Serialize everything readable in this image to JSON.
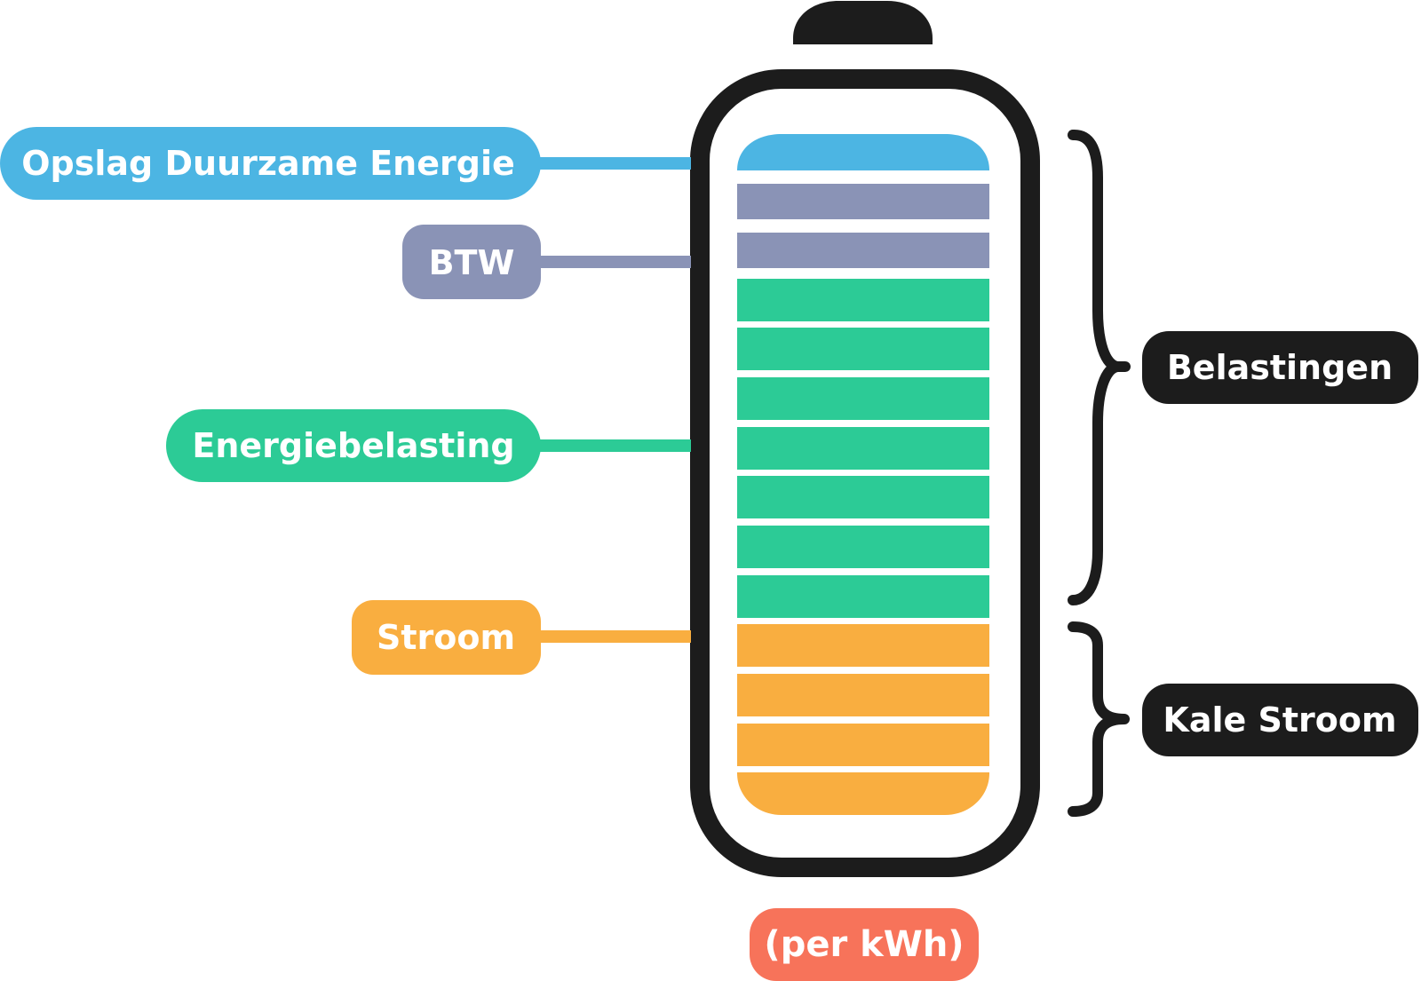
{
  "legend": [
    {
      "label": "Opslag Duurzame Energie",
      "color": "#4cb5e3"
    },
    {
      "label": "BTW",
      "color": "#8a93b6"
    },
    {
      "label": "Energiebelasting",
      "color": "#2ccb96"
    },
    {
      "label": "Stroom",
      "color": "#f9ae40"
    }
  ],
  "groups": [
    {
      "label": "Belastingen"
    },
    {
      "label": "Kale Stroom"
    }
  ],
  "unit_label": "(per kWh)",
  "colors": {
    "outline": "#1c1c1c",
    "unit": "#f7735a"
  }
}
